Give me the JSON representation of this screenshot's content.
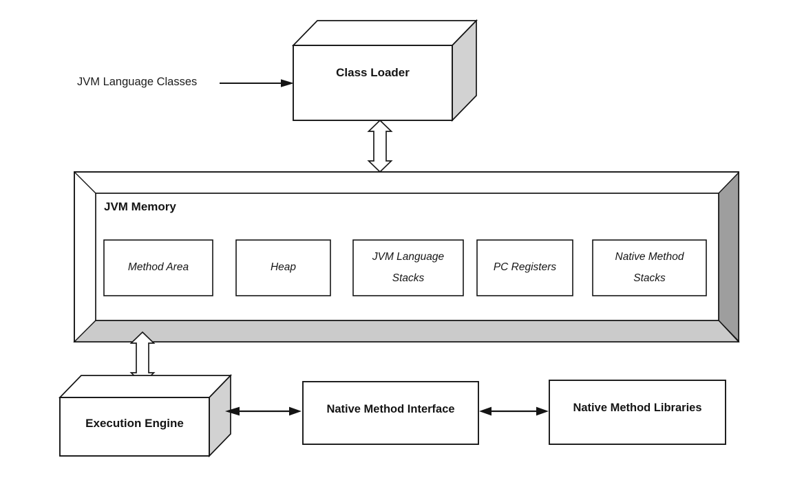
{
  "diagram": {
    "title_hint": "JVM architecture diagram",
    "input_label": "JVM Language Classes",
    "class_loader": {
      "label": "Class Loader"
    },
    "jvm_memory": {
      "title": "JVM Memory",
      "components": [
        {
          "label": "Method Area"
        },
        {
          "label": "Heap"
        },
        {
          "label": "JVM Language Stacks"
        },
        {
          "label": "PC Registers"
        },
        {
          "label": "Native Method Stacks"
        }
      ]
    },
    "execution_engine": {
      "label": "Execution Engine"
    },
    "native_method_interface": {
      "label": "Native Method Interface"
    },
    "native_method_libraries": {
      "label": "Native Method Libraries"
    },
    "colors": {
      "line": "#141414",
      "box_fill": "#ffffff",
      "side_face_gray": "#d2d2d2",
      "memory_bottom_gray": "#cbcbcb",
      "memory_right_gray": "#9e9e9e"
    }
  }
}
